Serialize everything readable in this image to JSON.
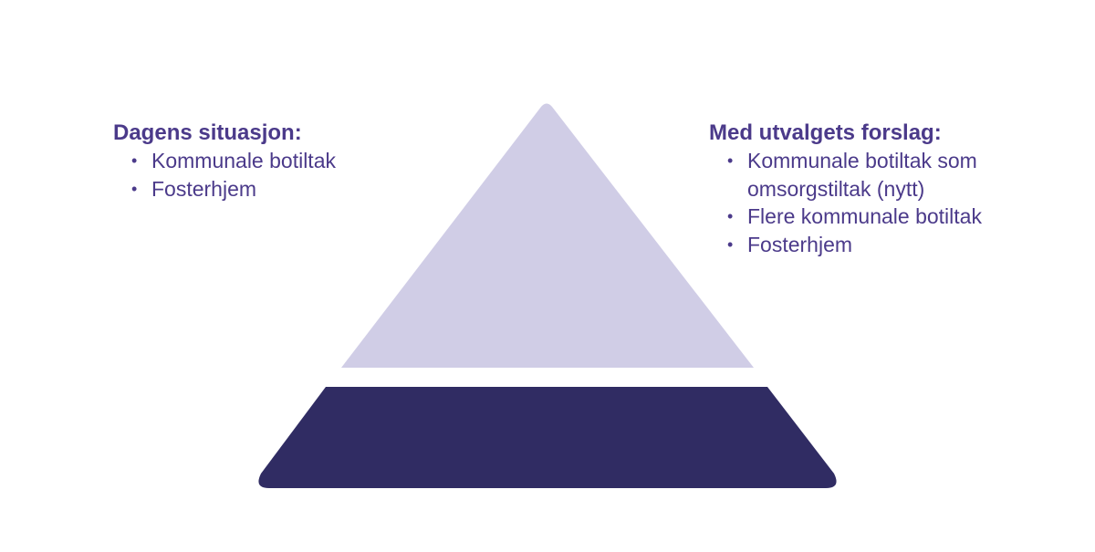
{
  "colors": {
    "text": "#4b3a8a",
    "top_layer": "#d0cde6",
    "bottom_layer": "#302c63"
  },
  "left": {
    "title": "Dagens situasjon:",
    "items": [
      "Kommunale botiltak",
      "Fosterhjem"
    ]
  },
  "right": {
    "title": "Med utvalgets forslag:",
    "items": [
      "Kommunale botiltak som omsorgstiltak (nytt)",
      "Flere kommunale botiltak",
      "Fosterhjem"
    ]
  }
}
